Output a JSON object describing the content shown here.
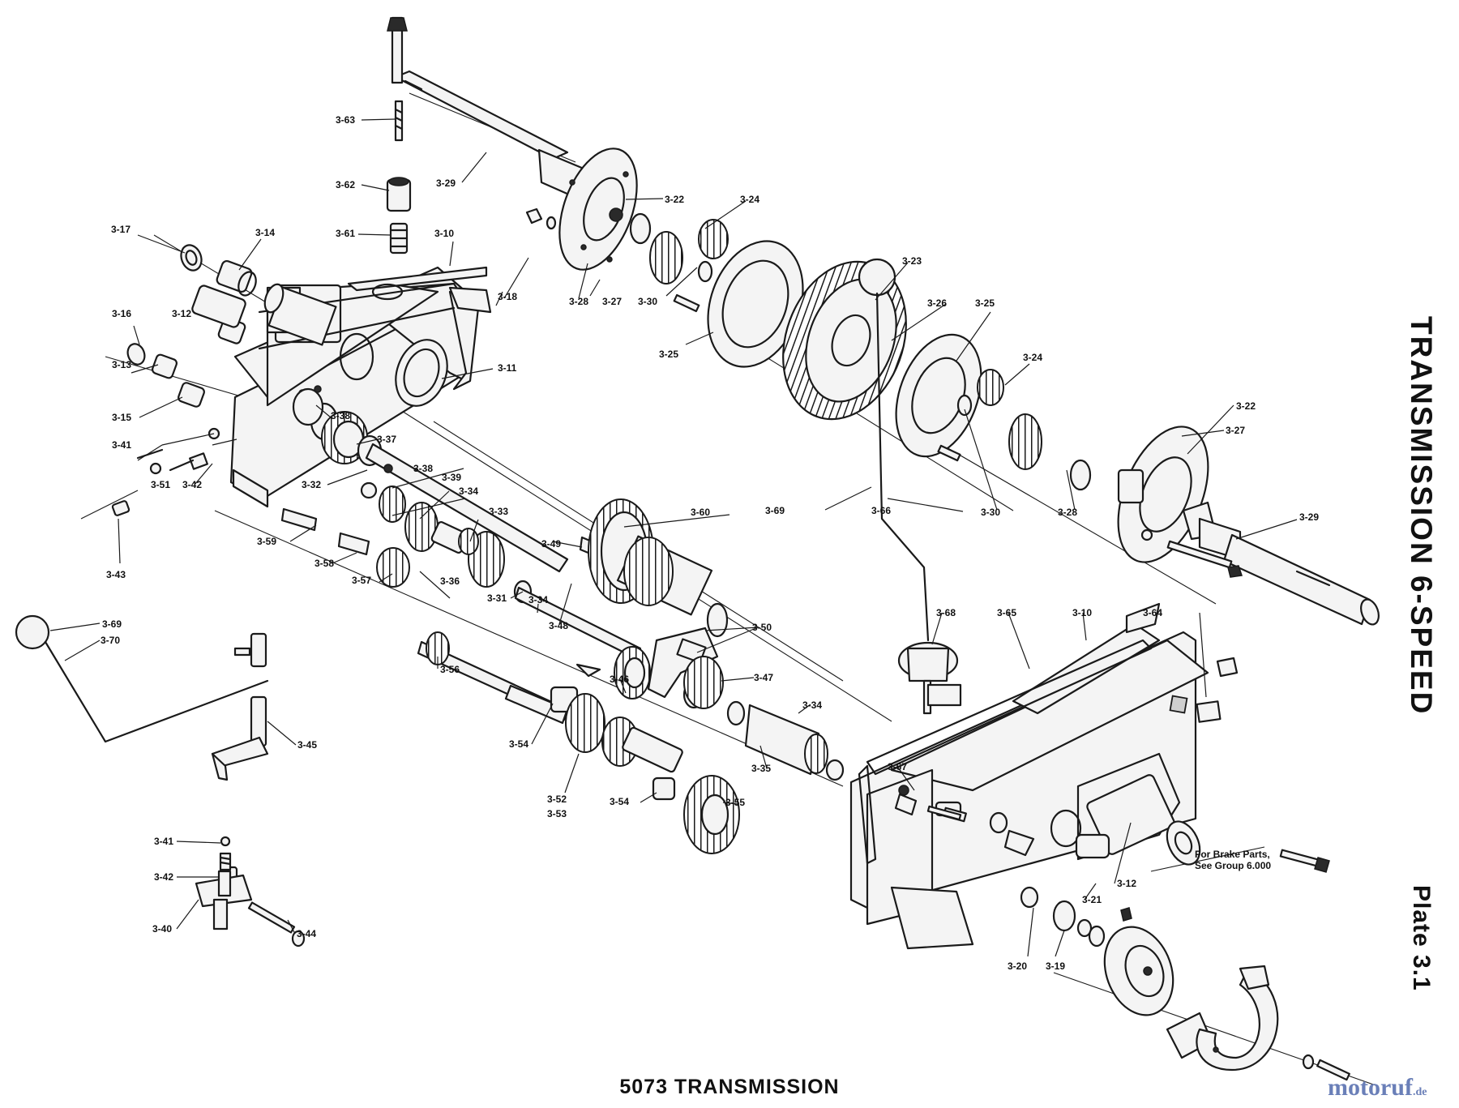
{
  "caption": "5073 TRANSMISSION",
  "side_title": "TRANSMISSION 6-SPEED",
  "plate_label": "Plate 3.1",
  "note": {
    "line1": "For Brake Parts,",
    "line2": "See Group 6.000"
  },
  "watermark": {
    "main": "motoruf",
    "suffix": ".de"
  },
  "callouts": [
    {
      "id": "c363",
      "text": "3-63"
    },
    {
      "id": "c329a",
      "text": "3-29"
    },
    {
      "id": "c362",
      "text": "3-62"
    },
    {
      "id": "c322a",
      "text": "3-22"
    },
    {
      "id": "c324a",
      "text": "3-24"
    },
    {
      "id": "c317",
      "text": "3-17"
    },
    {
      "id": "c314",
      "text": "3-14"
    },
    {
      "id": "c361",
      "text": "3-61"
    },
    {
      "id": "c310a",
      "text": "3-10"
    },
    {
      "id": "c323",
      "text": "3-23"
    },
    {
      "id": "c318",
      "text": "3-18"
    },
    {
      "id": "c328a",
      "text": "3-28"
    },
    {
      "id": "c327a",
      "text": "3-27"
    },
    {
      "id": "c330a",
      "text": "3-30"
    },
    {
      "id": "c326",
      "text": "3-26"
    },
    {
      "id": "c325a",
      "text": "3-25"
    },
    {
      "id": "c316",
      "text": "3-16"
    },
    {
      "id": "c312a",
      "text": "3-12"
    },
    {
      "id": "c325b",
      "text": "3-25"
    },
    {
      "id": "c313",
      "text": "3-13"
    },
    {
      "id": "c324b",
      "text": "3-24"
    },
    {
      "id": "c311",
      "text": "3-11"
    },
    {
      "id": "c315",
      "text": "3-15"
    },
    {
      "id": "c338a",
      "text": "3-38"
    },
    {
      "id": "c322b",
      "text": "3-22"
    },
    {
      "id": "c341a",
      "text": "3-41"
    },
    {
      "id": "c337",
      "text": "3-37"
    },
    {
      "id": "c327b",
      "text": "3-27"
    },
    {
      "id": "c338b",
      "text": "3-38"
    },
    {
      "id": "c339",
      "text": "3-39"
    },
    {
      "id": "c351",
      "text": "3-51"
    },
    {
      "id": "c342a",
      "text": "3-42"
    },
    {
      "id": "c332",
      "text": "3-32"
    },
    {
      "id": "c334a",
      "text": "3-34"
    },
    {
      "id": "c369a",
      "text": "3-69"
    },
    {
      "id": "c366",
      "text": "3-66"
    },
    {
      "id": "c330b",
      "text": "3-30"
    },
    {
      "id": "c328b",
      "text": "3-28"
    },
    {
      "id": "c360",
      "text": "3-60"
    },
    {
      "id": "c329b",
      "text": "3-29"
    },
    {
      "id": "c333",
      "text": "3-33"
    },
    {
      "id": "c359",
      "text": "3-59"
    },
    {
      "id": "c343",
      "text": "3-43"
    },
    {
      "id": "c358",
      "text": "3-58"
    },
    {
      "id": "c349",
      "text": "3-49"
    },
    {
      "id": "c336",
      "text": "3-36"
    },
    {
      "id": "c357",
      "text": "3-57"
    },
    {
      "id": "c331",
      "text": "3-31"
    },
    {
      "id": "c334b",
      "text": "3-34"
    },
    {
      "id": "c348",
      "text": "3-48"
    },
    {
      "id": "c350",
      "text": "3-50"
    },
    {
      "id": "c369b",
      "text": "3-69"
    },
    {
      "id": "c368",
      "text": "3-68"
    },
    {
      "id": "c365",
      "text": "3-65"
    },
    {
      "id": "c310b",
      "text": "3-10"
    },
    {
      "id": "c364",
      "text": "3-64"
    },
    {
      "id": "c370",
      "text": "3-70"
    },
    {
      "id": "c356",
      "text": "3-56"
    },
    {
      "id": "c346",
      "text": "3-46"
    },
    {
      "id": "c347",
      "text": "3-47"
    },
    {
      "id": "c334c",
      "text": "3-34"
    },
    {
      "id": "c345",
      "text": "3-45"
    },
    {
      "id": "c354a",
      "text": "3-54"
    },
    {
      "id": "c367",
      "text": "3-67"
    },
    {
      "id": "c335",
      "text": "3-35"
    },
    {
      "id": "c352",
      "text": "3-52"
    },
    {
      "id": "c353",
      "text": "3-53"
    },
    {
      "id": "c354b",
      "text": "3-54"
    },
    {
      "id": "c355",
      "text": "3-55"
    },
    {
      "id": "c341b",
      "text": "3-41"
    },
    {
      "id": "c312b",
      "text": "3-12"
    },
    {
      "id": "c342b",
      "text": "3-42"
    },
    {
      "id": "c321",
      "text": "3-21"
    },
    {
      "id": "c340",
      "text": "3-40"
    },
    {
      "id": "c344",
      "text": "3-44"
    },
    {
      "id": "c320",
      "text": "3-20"
    },
    {
      "id": "c319",
      "text": "3-19"
    }
  ]
}
